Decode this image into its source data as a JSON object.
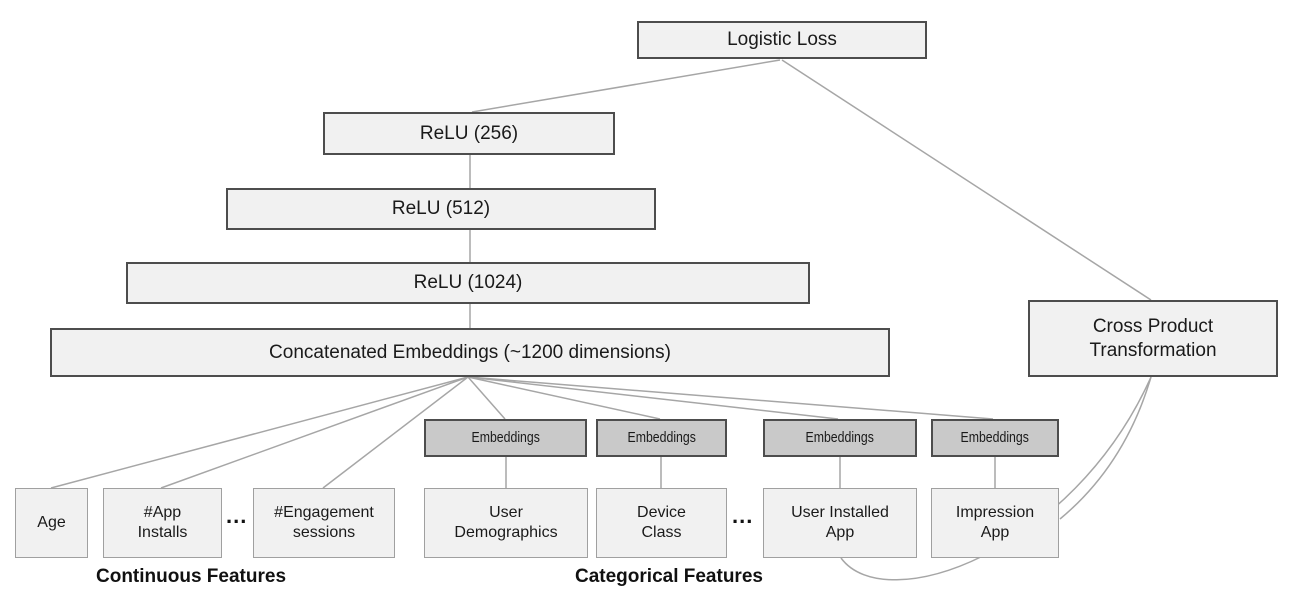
{
  "nodes": {
    "logistic_loss": "Logistic Loss",
    "relu_256": "ReLU (256)",
    "relu_512": "ReLU (512)",
    "relu_1024": "ReLU (1024)",
    "concatenated_embeddings": "Concatenated Embeddings (~1200 dimensions)",
    "cross_product_transformation": "Cross Product\nTransformation",
    "embeddings": [
      "Embeddings",
      "Embeddings",
      "Embeddings",
      "Embeddings"
    ],
    "age": "Age",
    "app_installs": "#App\nInstalls",
    "engagement_sessions": "#Engagement\nsessions",
    "user_demographics": "User\nDemographics",
    "device_class": "Device\nClass",
    "user_installed_app": "User Installed\nApp",
    "impression_app": "Impression\nApp"
  },
  "labels": {
    "continuous": "Continuous Features",
    "categorical": "Categorical Features",
    "ellipsis": "..."
  },
  "colors": {
    "box_fill": "#f1f1f1",
    "box_border_dark": "#4d4d4d",
    "embeddings_fill": "#c9c9c9",
    "feature_border": "#a0a0a0",
    "connector": "#a6a6a6",
    "text": "#1a1a1a",
    "background": "#ffffff"
  }
}
